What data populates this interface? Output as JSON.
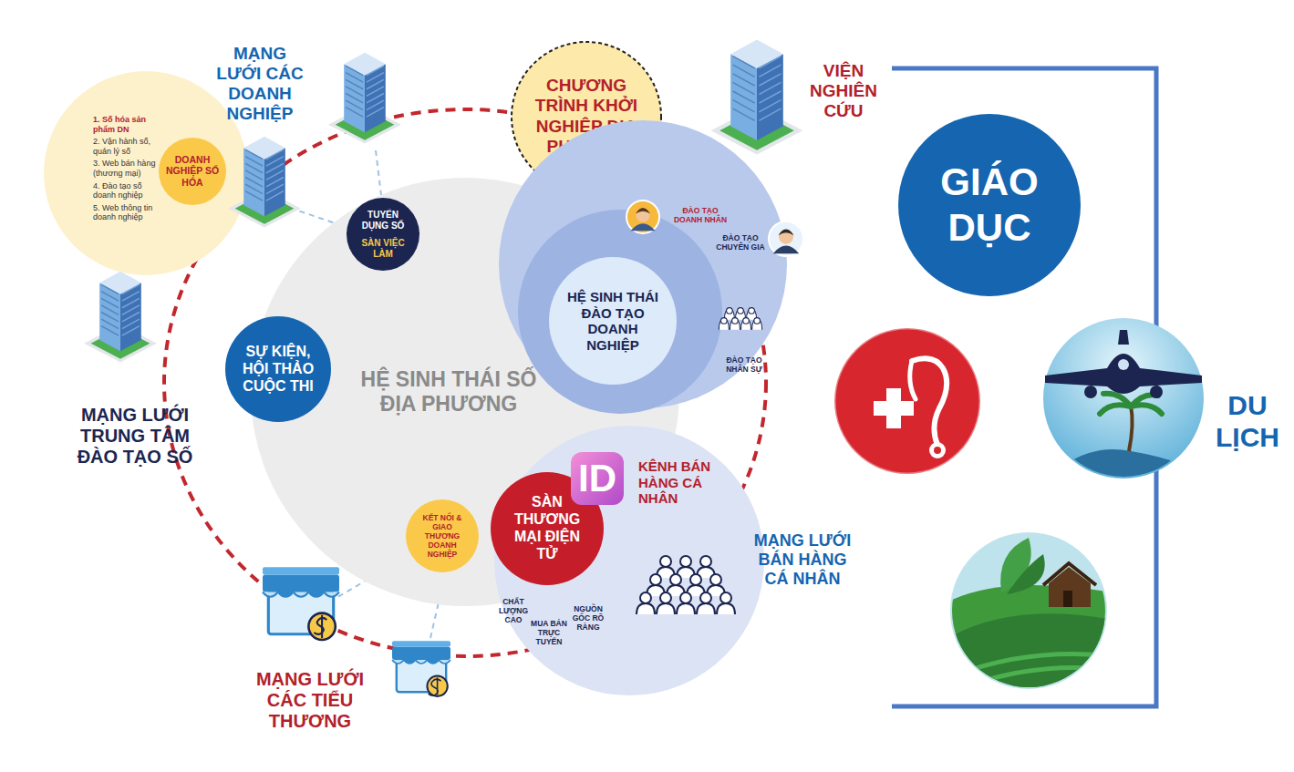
{
  "diagram": {
    "nodes": [
      {
        "text": [
          "HỆ SINH THÁI SỐ ĐỊA PHƯƠNG"
        ]
      },
      {
        "text": [
          "1. Số hóa sản phẩm DN",
          "2. Vận hành số, quản lý số",
          "3. Web bán hàng (thương mại)",
          "4. Đào tạo số doanh nghiệp",
          "5. Web thông tin doanh nghiệp"
        ]
      },
      {
        "text": [
          "DOANH NGHIỆP SỐ HÓA"
        ],
        "in": 1
      },
      {
        "text": [
          "TUYỂN DỤNG SỐ",
          "SÀN VIỆC LÀM"
        ]
      },
      {
        "text": [
          "SỰ KIỆN, HỘI THẢO CUỘC THI"
        ],
        "in": 0
      },
      {
        "text": [
          "CHƯƠNG TRÌNH KHỞI NGHIỆP ĐỊA PHƯƠNG"
        ]
      },
      {
        "text": [
          "ĐÀO TẠO DOANH NHÂN",
          "ĐÀO TẠO CHUYÊN GIA",
          "ĐÀO TẠO NHÂN SỰ"
        ]
      },
      {
        "text": [
          "HỆ SINH THÁI ĐÀO TẠO DOANH NGHIỆP"
        ],
        "in": 6
      },
      {
        "text": [
          "KÊNH BÁN HÀNG CÁ NHÂN",
          "CHẤT LƯỢNG CAO",
          "MUA BÁN TRỰC TUYẾN",
          "NGUỒN GỐC RÕ RÀNG",
          "MẠNG LƯỚI BÁN HÀNG CÁ NHÂN"
        ]
      },
      {
        "text": [
          "SÀN THƯƠNG MẠI ĐIỆN TỬ"
        ],
        "in": 8
      },
      {
        "text": [
          "KẾT NỐI & GIAO THƯƠNG DOANH NGHIỆP"
        ]
      },
      {
        "text": [
          "GIÁO DỤC"
        ]
      }
    ],
    "labels": [
      "MẠNG LƯỚI CÁC DOANH NGHIỆP",
      "VIỆN NGHIÊN CỨU",
      "MẠNG LƯỚI TRUNG TÂM ĐÀO TẠO SỐ",
      "ID",
      "MẠNG LƯỚI CÁC TIỂU THƯƠNG",
      "DU LỊCH"
    ]
  }
}
